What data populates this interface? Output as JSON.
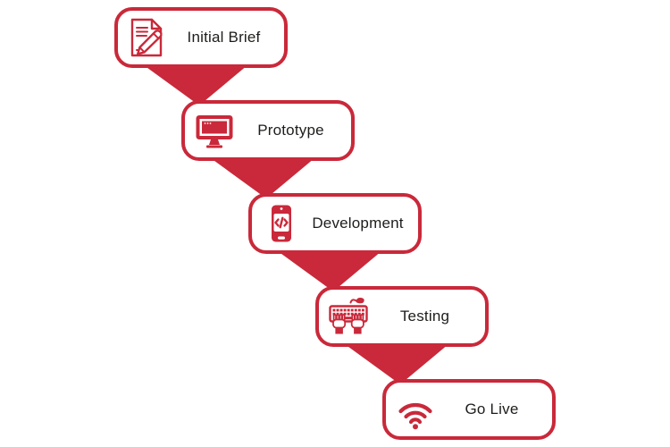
{
  "colors": {
    "accent": "#C9293A",
    "text": "#1D1D1B",
    "background": "#FFFFFF"
  },
  "steps": [
    {
      "label": "Initial Brief",
      "icon": "document-pencil-icon"
    },
    {
      "label": "Prototype",
      "icon": "desktop-monitor-icon"
    },
    {
      "label": "Development",
      "icon": "mobile-code-icon"
    },
    {
      "label": "Testing",
      "icon": "keyboard-hands-icon"
    },
    {
      "label": "Go Live",
      "icon": "wifi-signal-icon"
    }
  ]
}
